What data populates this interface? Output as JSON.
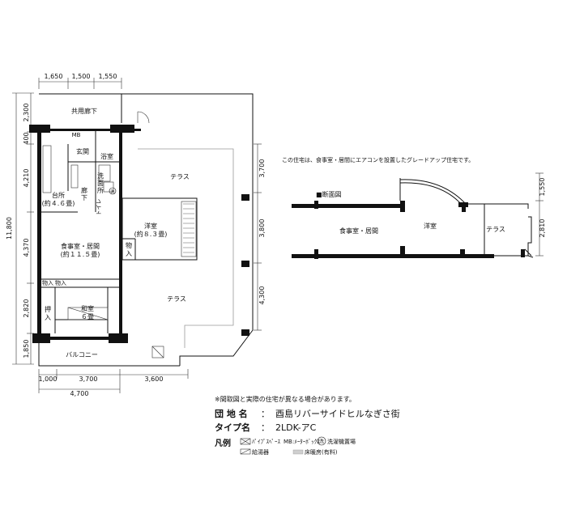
{
  "dims": {
    "top": [
      "1,650",
      "1,500",
      "1,550"
    ],
    "left": [
      "2,300",
      "400",
      "4,210",
      "4,370",
      "2,820",
      "1,850"
    ],
    "left_total": "11,800",
    "right": [
      "3,700",
      "3,800",
      "4,300"
    ],
    "bottom": [
      "1,000",
      "3,700",
      "3,600"
    ],
    "bottom_total": "4,700",
    "section_right": [
      "1,550",
      "2,810"
    ]
  },
  "rooms": {
    "corridor": "共用廊下",
    "mb": "MB",
    "entrance": "玄関",
    "bath": "浴室",
    "wash_a": "洗",
    "wash_b": "面",
    "wash_c": "所",
    "hall_a": "廊",
    "hall_b": "下",
    "toilet": "トイレ",
    "kitchen": "台所",
    "kitchen_size": "(約４.６畳)",
    "dining": "食事室・居間",
    "dining_size": "(約１１.５畳)",
    "western": "洋室",
    "western_size": "(約８.３畳)",
    "storage_a": "物",
    "storage_b": "入",
    "storage1": "物入",
    "storage2": "物入",
    "oshi_a": "押",
    "oshi_b": "入",
    "japanese": "和室",
    "japanese_size": "６畳",
    "terrace_top": "テラス",
    "terrace_bottom": "テラス",
    "balcony": "バルコニー",
    "washer_icon": "洗"
  },
  "section": {
    "note": "この住宅は、食事室・居間にエアコンを設置したグレードアップ住宅です。",
    "title": "■断面図",
    "room1": "食事室・居間",
    "room2": "洋室",
    "room3": "テラス"
  },
  "info": {
    "disclaimer": "※間取図と実際の住宅が異なる場合があります。",
    "name_label": "団 地 名",
    "name_sep": "：",
    "name_value": "酉島リバーサイドヒルなぎさ街",
    "type_label": "タイプ名",
    "type_sep": "：",
    "type_value": "2LDK-アC",
    "legend_title": "凡例",
    "legend_pipe": "ﾊﾟｲﾌﾟｽﾍﾟｰｽ",
    "legend_mb": "MB:ﾒｰﾀｰﾎﾞｯｸｽ",
    "legend_washer": "洗濯機置場",
    "legend_washer_icon": "洗",
    "legend_heater": "給湯器",
    "legend_floor": "床暖房(有料)"
  }
}
